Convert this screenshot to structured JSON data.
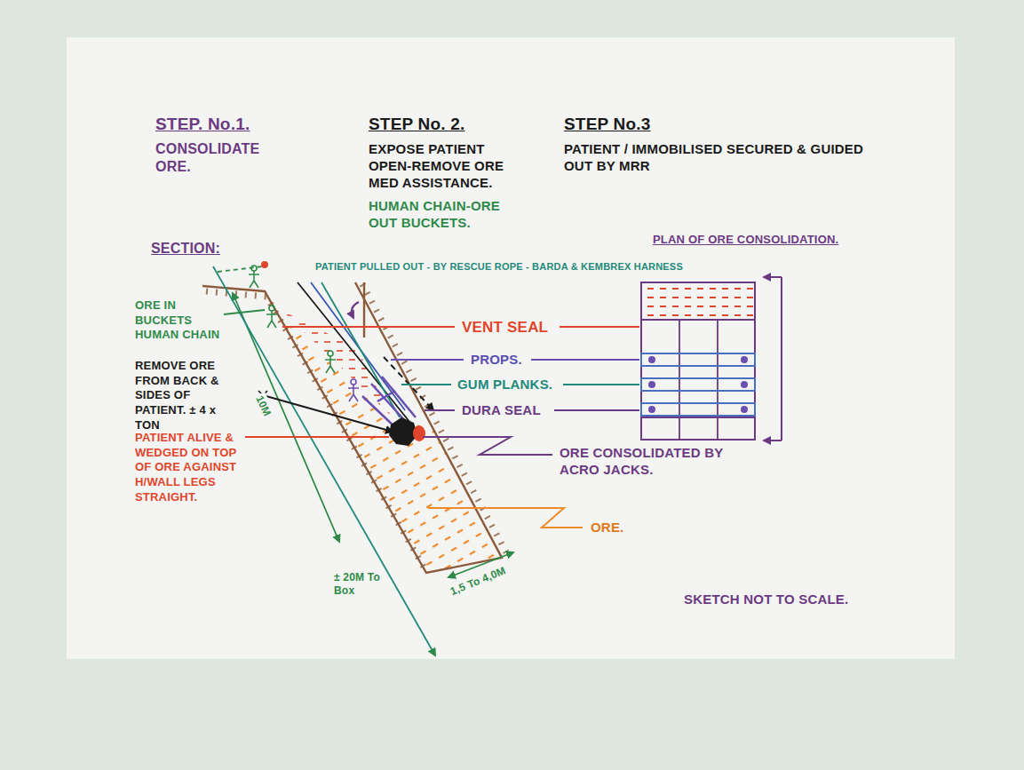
{
  "diagram": {
    "labels": [
      "STEP. No.1.",
      "CONSOLIDATE ORE.",
      "STEP No. 2.",
      "EXPOSE PATIENT OPEN-REMOVE ORE MED ASSISTANCE.",
      "HUMAN CHAIN-ORE OUT BUCKETS.",
      "STEP No.3",
      "PATIENT / IMMOBILISED SECURED & GUIDED OUT BY MRR",
      "SECTION:",
      "PATIENT PULLED OUT - BY RESCUE ROPE - BARDA & KEMBREX HARNESS",
      "PLAN OF ORE CONSOLIDATION.",
      "ORE IN BUCKETS HUMAN CHAIN",
      "REMOVE ORE FROM BACK & SIDES OF PATIENT. ± 4 x TON",
      "PATIENT ALIVE & WEDGED ON TOP OF ORE AGAINST H/WALL LEGS STRAIGHT.",
      "10M",
      "VENT SEAL",
      "PROPS.",
      "GUM PLANKS.",
      "DURA SEAL",
      "ORE CONSOLIDATED BY ACRO JACKS.",
      "ORE.",
      "± 20M To Box",
      "1,5 To 4,0M",
      "SKETCH NOT TO SCALE."
    ]
  }
}
